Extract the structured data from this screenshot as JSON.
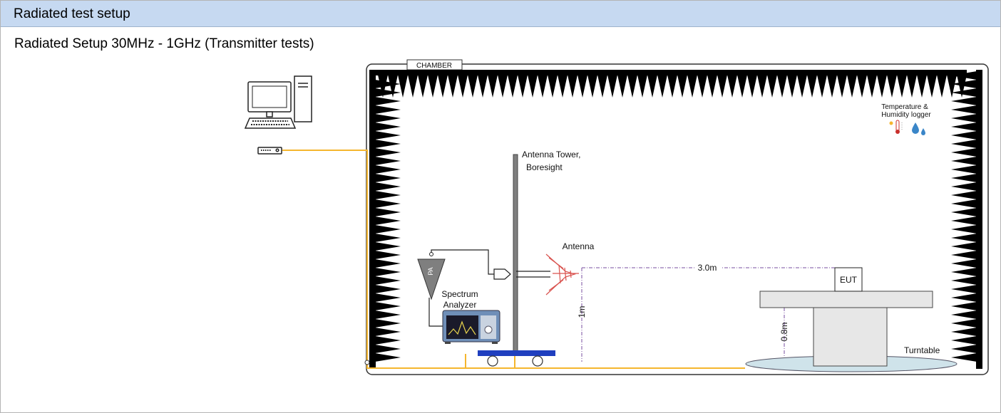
{
  "header": {
    "title": "Radiated test setup"
  },
  "subtitle": "Radiated Setup 30MHz - 1GHz (Transmitter tests)",
  "diagram": {
    "chamber_label": "CHAMBER",
    "antenna_tower_label": [
      "Antenna Tower,",
      "Boresight"
    ],
    "antenna_label": "Antenna",
    "pa_label": "PA",
    "spectrum_analyzer_label": [
      "Spectrum",
      "Analyzer"
    ],
    "eut_label": "EUT",
    "distance_label": "3.0m",
    "antenna_height_label": "1m",
    "table_height_label": "0.8m",
    "turntable_label": "Turntable",
    "logger_label": [
      "Temperature &",
      "Humidity logger"
    ]
  },
  "colors": {
    "header_bg": "#c6d9f1",
    "cable": "#f5b62e",
    "absorber": "#000000",
    "cart": "#1f3fbf",
    "antenna": "#d9534f",
    "dimension_line": "#7a4fa0",
    "turntable": "#cfe3ea"
  }
}
